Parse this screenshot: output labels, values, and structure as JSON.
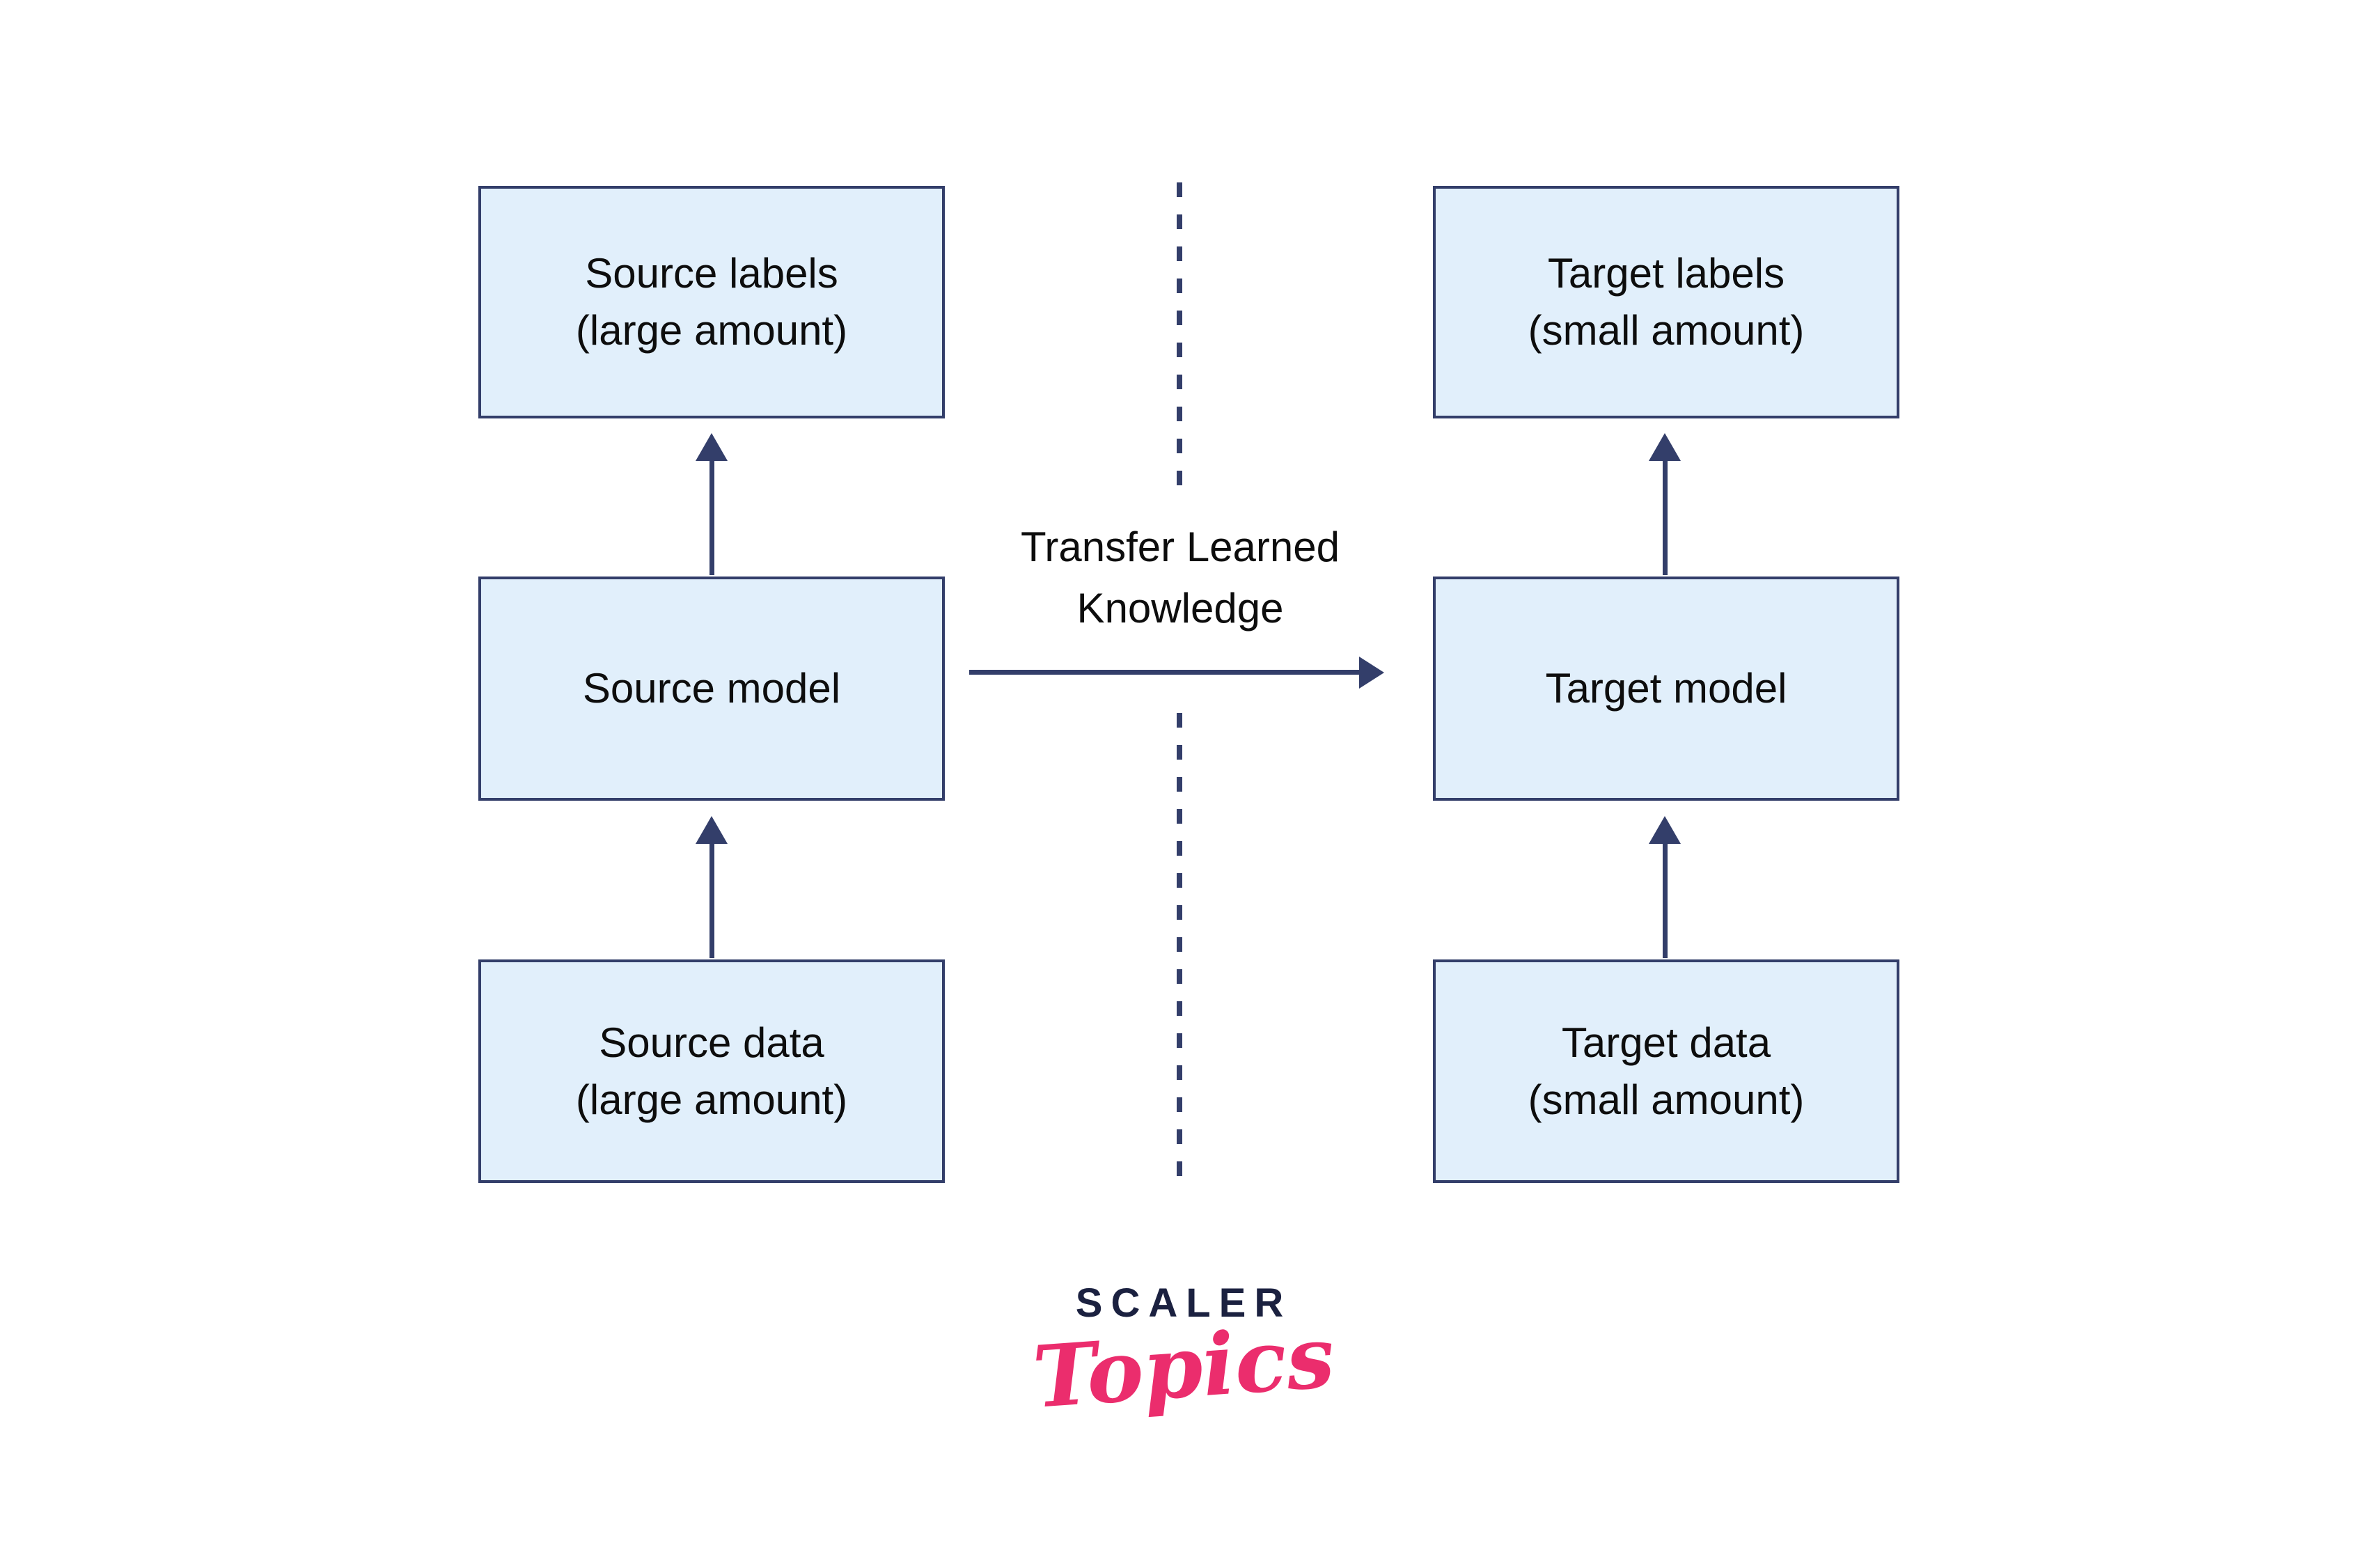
{
  "diagram": {
    "nodes": {
      "source_labels": {
        "line1": "Source labels",
        "line2": "(large amount)"
      },
      "source_model": {
        "line1": "Source model"
      },
      "source_data": {
        "line1": "Source data",
        "line2": "(large amount)"
      },
      "target_labels": {
        "line1": "Target labels",
        "line2": "(small amount)"
      },
      "target_model": {
        "line1": "Target model"
      },
      "target_data": {
        "line1": "Target data",
        "line2": "(small amount)"
      }
    },
    "edges": [
      {
        "from": "source_data",
        "to": "source_model",
        "direction": "up"
      },
      {
        "from": "source_model",
        "to": "source_labels",
        "direction": "up"
      },
      {
        "from": "target_data",
        "to": "target_model",
        "direction": "up"
      },
      {
        "from": "target_model",
        "to": "target_labels",
        "direction": "up"
      },
      {
        "from": "source_model",
        "to": "target_model",
        "direction": "right",
        "label_ref": "transfer_label"
      }
    ],
    "transfer_label": {
      "line1": "Transfer Learned",
      "line2": "Knowledge"
    }
  },
  "logo": {
    "brand": "SCALER",
    "product": "Topics"
  },
  "colors": {
    "box_fill": "#e1effb",
    "box_border": "#333e6a",
    "arrow": "#333e6a",
    "dashed_divider": "#333e6a",
    "label_text": "#0d0d0d",
    "logo_brand": "#1b2140",
    "logo_product": "#eb2d6d",
    "background": "#ffffff"
  }
}
